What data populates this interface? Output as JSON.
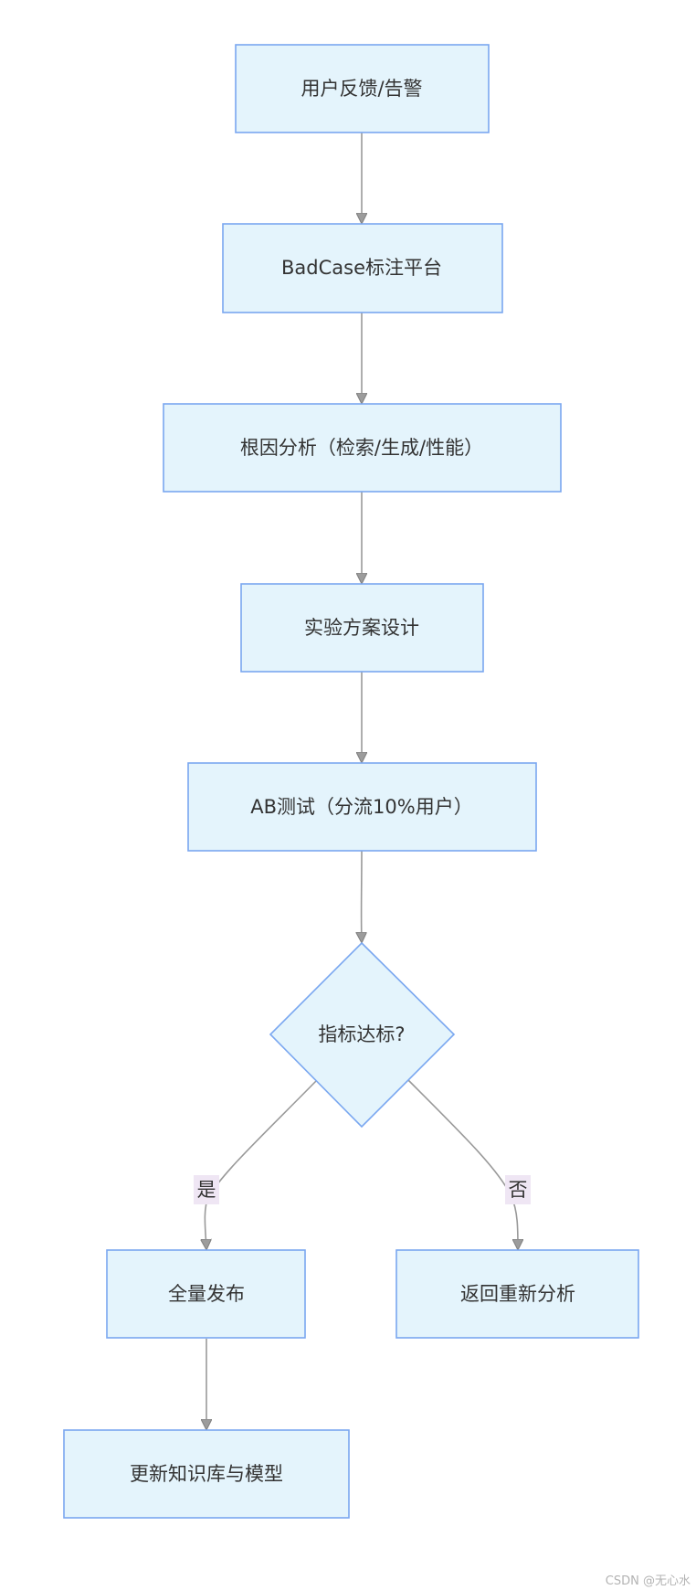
{
  "diagram": {
    "nodes": [
      {
        "id": "feedback",
        "label": "用户反馈/告警"
      },
      {
        "id": "badcase",
        "label": "BadCase标注平台"
      },
      {
        "id": "root_cause",
        "label": "根因分析（检索/生成/性能）"
      },
      {
        "id": "experiment",
        "label": "实验方案设计"
      },
      {
        "id": "ab_test",
        "label": "AB测试（分流10%用户）"
      },
      {
        "id": "decision",
        "label": "指标达标?"
      },
      {
        "id": "release",
        "label": "全量发布"
      },
      {
        "id": "reanalyze",
        "label": "返回重新分析"
      },
      {
        "id": "update",
        "label": "更新知识库与模型"
      }
    ],
    "edges": [
      {
        "from": "feedback",
        "to": "badcase",
        "label": ""
      },
      {
        "from": "badcase",
        "to": "root_cause",
        "label": ""
      },
      {
        "from": "root_cause",
        "to": "experiment",
        "label": ""
      },
      {
        "from": "experiment",
        "to": "ab_test",
        "label": ""
      },
      {
        "from": "ab_test",
        "to": "decision",
        "label": ""
      },
      {
        "from": "decision",
        "to": "release",
        "label": "是"
      },
      {
        "from": "decision",
        "to": "reanalyze",
        "label": "否"
      },
      {
        "from": "release",
        "to": "update",
        "label": ""
      }
    ]
  },
  "watermark": "CSDN @无心水",
  "colors": {
    "node_fill": "#e4f4fc",
    "node_stroke": "#7aa7f0",
    "edge": "#999999",
    "edge_label_bg": "#efe6f4",
    "text": "#333333"
  }
}
